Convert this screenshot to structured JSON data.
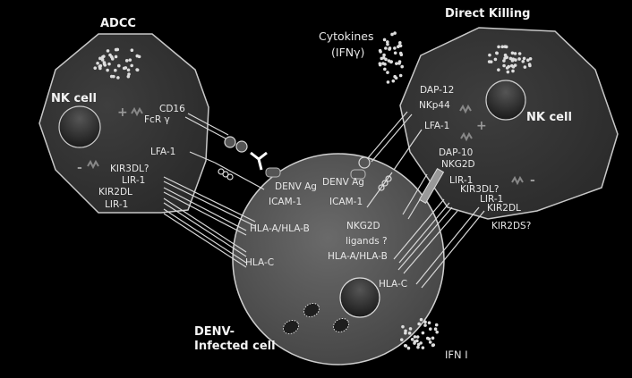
{
  "titles": {
    "adcc": "ADCC",
    "direct_killing": "Direct Killing",
    "infected_line1": "DENV-",
    "infected_line2": "Infected cell"
  },
  "left_nk": {
    "label": "NK cell",
    "activating_sign": "+",
    "inhibitory_sign": "-",
    "receptors": [
      "CD16",
      "FcR γ",
      "LFA-1",
      "KIR3DL?",
      "LIR-1",
      "KIR2DL",
      "LIR-1"
    ]
  },
  "right_nk": {
    "label": "NK cell",
    "activating_sign": "+",
    "inhibitory_sign": "-",
    "receptors": [
      "DAP-12",
      "NKp44",
      "LFA-1",
      "DAP-10",
      "NKG2D",
      "LIR-1",
      "KIR3DL?",
      "LIR-1",
      "KIR2DL",
      "KIR2DS?"
    ]
  },
  "infected_cell": {
    "ligands_left": [
      "DENV Ag",
      "ICAM-1",
      "HLA-A/HLA-B",
      "HLA-C"
    ],
    "ligands_right": [
      "DENV Ag",
      "ICAM-1",
      "NKG2D",
      "ligands ?",
      "HLA-A/HLA-B",
      "HLA-C"
    ]
  },
  "cytokines": {
    "line1": "Cytokines",
    "line2": "(IFNγ)",
    "ifn1": "IFN I"
  },
  "colors": {
    "background": "#000000",
    "cell_fill": "#3a3a3a",
    "cell_stroke": "#c8c8c8",
    "text": "#e8e8e8",
    "sign": "#9a9a9a"
  }
}
